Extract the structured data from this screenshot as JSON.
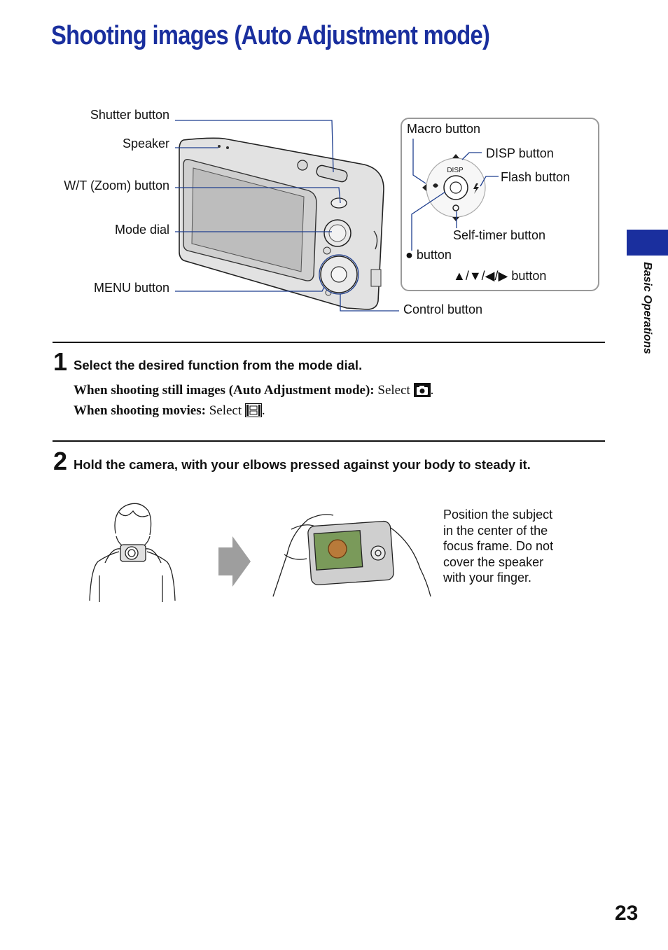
{
  "page": {
    "title": "Shooting images (Auto Adjustment mode)",
    "section_tab": "Basic Operations",
    "page_number": "23"
  },
  "diagram": {
    "labels": {
      "shutter": "Shutter button",
      "speaker": "Speaker",
      "zoom": "W/T (Zoom) button",
      "mode_dial": "Mode dial",
      "menu": "MENU button",
      "control": "Control button"
    },
    "callout": {
      "macro": "Macro button",
      "disp": "DISP button",
      "flash": "Flash button",
      "self_timer": "Self-timer button",
      "center_button": "● button",
      "arrows": "▲/▼/◀/▶ button",
      "disp_print": "DISP"
    }
  },
  "steps": [
    {
      "number": "1",
      "heading": "Select the desired function from the mode dial.",
      "lines": [
        {
          "lead": "When shooting still images (Auto Adjustment mode):",
          "rest": "Select",
          "icon": "camera-icon",
          "end": "."
        },
        {
          "lead": "When shooting movies:",
          "rest": "Select",
          "icon": "film-icon",
          "end": "."
        }
      ]
    },
    {
      "number": "2",
      "heading": "Hold the camera, with your elbows pressed against your body to steady it.",
      "note_lines": [
        "Position the subject",
        "in the center of the",
        "focus frame. Do not",
        "cover the speaker",
        "with your finger."
      ]
    }
  ],
  "colors": {
    "title_blue": "#1a2f9e",
    "leader_blue": "#1f3f8f"
  }
}
